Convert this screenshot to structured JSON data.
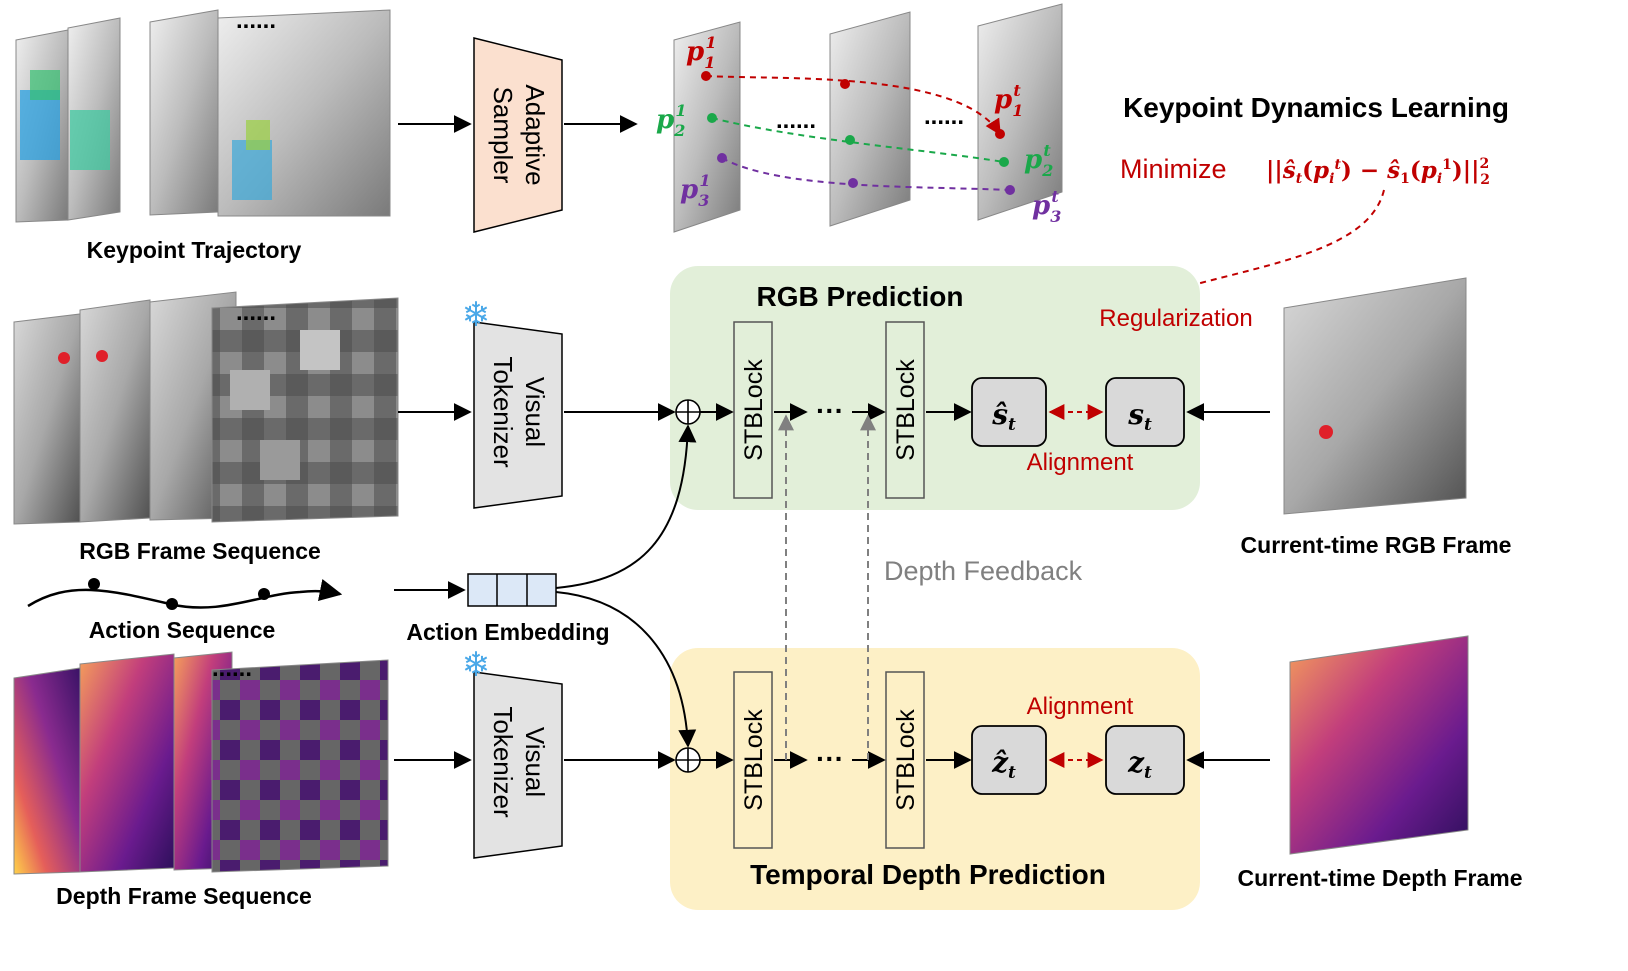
{
  "labels": {
    "keypoint_trajectory": "Keypoint Trajectory",
    "rgb_frame_sequence": "RGB Frame Sequence",
    "action_sequence": "Action Sequence",
    "depth_frame_sequence": "Depth Frame Sequence",
    "action_embedding": "Action Embedding",
    "current_rgb": "Current-time RGB Frame",
    "current_depth": "Current-time Depth Frame",
    "depth_feedback": "Depth Feedback",
    "dots": "......"
  },
  "sampler": {
    "line1": "Adaptive",
    "line2": "Sampler"
  },
  "tokenizer": {
    "line1": "Visual",
    "line2": "Tokenizer"
  },
  "rgb_panel": {
    "title": "RGB Prediction",
    "block": "STBLock",
    "dots": "···",
    "pred": "ŝ",
    "target": "s",
    "sub": "t",
    "alignment": "Alignment",
    "regularization": "Regularization"
  },
  "depth_panel": {
    "title": "Temporal Depth Prediction",
    "block": "STBLock",
    "dots": "···",
    "pred": "ẑ",
    "target": "z",
    "sub": "t",
    "alignment": "Alignment"
  },
  "keypoint": {
    "title": "Keypoint Dynamics Learning",
    "minimize": "Minimize",
    "formula_open": "||",
    "formula_s1": "ŝ",
    "formula_t": "t",
    "formula_p": "p",
    "formula_i": "i",
    "formula_tsup": "t",
    "formula_minus": " − ",
    "formula_one": "1",
    "formula_norm": "||",
    "formula_sq": "2",
    "formula_two": "2",
    "p1_base": "p",
    "p1_sub": "1",
    "p1_sup": "1",
    "p2_sub": "2",
    "p3_sub": "3",
    "pt_sup": "t"
  },
  "colors": {
    "red": "#c00000",
    "green": "#1aa84a",
    "purple": "#7030a0",
    "rgb_panel": "#e2efd9",
    "depth_panel": "#fdf0c6",
    "sampler_fill": "#fbe0cf",
    "tokenizer_fill": "#e3e3e3",
    "embed_fill": "#dce8f7"
  }
}
